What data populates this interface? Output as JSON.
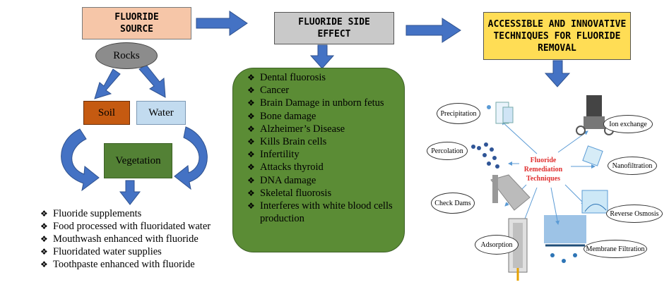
{
  "source": {
    "title": "FLUORIDE SOURCE",
    "rocks": "Rocks",
    "soil": "Soil",
    "water": "Water",
    "vegetation": "Vegetation",
    "items": [
      "Fluoride supplements",
      "Food processed with fluoridated water",
      "Mouthwash enhanced with fluoride",
      "Fluoridated water supplies",
      "Toothpaste enhanced with fluoride"
    ]
  },
  "side_effect": {
    "title": "FLUORIDE SIDE EFFECT",
    "items": [
      "Dental fluorosis",
      "Cancer",
      "Brain Damage in unborn fetus",
      "Bone damage",
      "Alzheimer’s Disease",
      "Kills Brain cells",
      "Infertility",
      "Attacks thyroid",
      "DNA damage",
      "Skeletal fluorosis",
      "Interferes with white blood cells production"
    ]
  },
  "techniques": {
    "title": "ACCESSIBLE AND INNOVATIVE TECHNIQUES FOR FLUORIDE REMOVAL",
    "center": "Fluoride Remediation Techniques",
    "methods": {
      "precipitation": "Precipitation",
      "ion_exchange": "Ion exchange",
      "percolation": "Percolation",
      "nanofiltration": "Nanofiltration",
      "check_dams": "Check Dams",
      "reverse_osmosis": "Reverse Osmosis",
      "adsorption": "Adsorption",
      "membrane_filtration": "Membrane Filtration"
    }
  },
  "colors": {
    "source_title": "#f6c6a8",
    "side_effect_title": "#c9c9c9",
    "technique_title": "#ffdd55",
    "arrow": "#4472c4",
    "rocks": "#8c8c8c",
    "soil": "#c55a11",
    "water": "#c2dbef",
    "green": "#538135",
    "center_text": "#e03030"
  }
}
